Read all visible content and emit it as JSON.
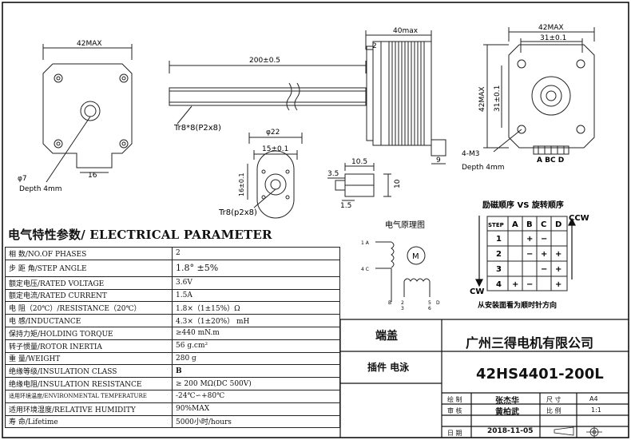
{
  "dims": {
    "left_width": "42MAX",
    "shaft_length": "200±0.5",
    "body_length": "40max",
    "flange": "2",
    "right_width": "42MAX",
    "hole_spacing_h": "31±0.1",
    "hole_spacing_v": "31±0.1",
    "right_height": "42MAX",
    "thread_holes": "4-M3",
    "thread_depth": "Depth 4mm",
    "boss_dia": "φ7",
    "boss_depth": "Depth 4mm",
    "dim_16": "16",
    "thread_spec": "Tr8*8(P2x8)",
    "nut_dia": "φ22",
    "nut_15": "15±0.1",
    "nut_16": "16±0.1",
    "nut_thread": "Tr8(p2x8)",
    "nut_side_35": "3.5",
    "nut_side_105": "10.5",
    "nut_side_10": "10",
    "nut_side_15": "1.5",
    "conn_9": "9",
    "conn_labels": "A BC D"
  },
  "schematic": {
    "title": "电气原理图",
    "pin_1a": "1 A",
    "pin_4c": "4 C",
    "motor": "M",
    "pins_bottom_left": [
      "2",
      "3"
    ],
    "pins_bottom_right": [
      "5",
      "6"
    ],
    "letters_bottom": [
      "B",
      "D"
    ]
  },
  "sequence": {
    "title": "励磁顺序 VS 旋转顺序",
    "ccw": "CCW",
    "cw": "CW",
    "headers": [
      "STEP",
      "A",
      "B",
      "C",
      "D"
    ],
    "rows": [
      [
        "1",
        "",
        "+",
        "−",
        ""
      ],
      [
        "2",
        "",
        "−",
        "+",
        "+"
      ],
      [
        "3",
        "",
        "",
        "−",
        "+"
      ],
      [
        "4",
        "+",
        "−",
        "",
        "+"
      ]
    ],
    "note": "从安装面看为顺时针方向"
  },
  "params": {
    "title": "电气特性参数/ ELECTRICAL PARAMETER",
    "rows": [
      {
        "label": "相    数/NO.OF PHASES",
        "value": "2"
      },
      {
        "label": "步 距 角/STEP ANGLE",
        "value": "1.8°  ±5%"
      },
      {
        "label": "额定电压/RATED VOLTAGE",
        "value": "3.6V"
      },
      {
        "label": "额定电流/RATED CURRENT",
        "value": "1.5A"
      },
      {
        "label": "电    阻（20℃）/RESISTANCE（20℃）",
        "value": "1.8×（1±15%）Ω"
      },
      {
        "label": "电    感/INDUCTANCE",
        "value": "4.3×（1±20%） mH"
      },
      {
        "label": "保持力矩/HOLDING TORQUE",
        "value": "≥440 mN.m"
      },
      {
        "label": "转子惯量/ROTOR INERTIA",
        "value": "56 g.cm²"
      },
      {
        "label": "重    量/WEIGHT",
        "value": "280 g"
      },
      {
        "label": "绝缘等级/INSULATION  CLASS",
        "value": "B"
      },
      {
        "label": "绝缘电阻/INSULATION  RESISTANCE",
        "value": "≥ 200 MΩ(DC 500V)"
      },
      {
        "label": "适用环境温度/ENVIRONMENTAL TEMPERATURE",
        "value": "-24℃∽+80℃"
      },
      {
        "label": "适用环境湿度/RELATIVE HUMIDITY",
        "value": "90%MAX"
      },
      {
        "label": "寿    命/Lifetime",
        "value": "5000小时/hours"
      }
    ]
  },
  "titleblock": {
    "part": "端盖",
    "plug": "插件 电泳",
    "company": "广州三得电机有限公司",
    "model": "42HS4401-200L",
    "draw_label": "绘    制",
    "draw_name": "张杰华",
    "check_label": "审    核",
    "check_name": "黄柏武",
    "date_label": "日    期",
    "date": "2018-11-05",
    "size_label": "尺    寸",
    "size": "A4",
    "scale_label": "比    例",
    "scale": "1:1"
  }
}
